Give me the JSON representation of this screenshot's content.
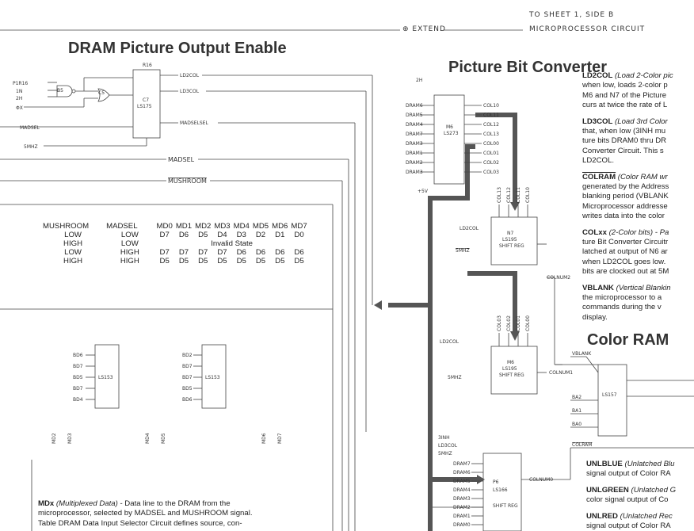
{
  "titles": {
    "dram_output": "DRAM Picture Output Enable",
    "picture_bit": "Picture Bit Converter",
    "color_ram": "Color RAM"
  },
  "offsheet": {
    "extend": "⊕ EXTEND",
    "to_sheet": "TO SHEET 1, SIDE B",
    "microprocessor": "MICROPROCESSOR CIRCUIT"
  },
  "signals": {
    "madsel": "MADSEL",
    "mushroom": "MUSHROOM",
    "ld2col": "LD2COL",
    "ld3col": "LD3COL",
    "madselsel": "MADSELSEL",
    "mhz5": "5MHZ",
    "pirig": "P1R16",
    "in1": "1N",
    "in2": "2H",
    "phix": "ΦX",
    "r16": "R16",
    "h2": "2H",
    "vblank": "VBLANK",
    "colram": "COLRAM",
    "colnum2": "COLNUM2",
    "colnum1": "COLNUM1",
    "colnum0": "COLNUM0",
    "inh3": "3INH",
    "plus5v": "+5V",
    "ba2": "BA2",
    "ba1": "BA1",
    "ba0": "BA0"
  },
  "chips": {
    "c7": {
      "ref": "C7",
      "type": "LS175"
    },
    "b5": {
      "ref": "B5"
    },
    "c5": {
      "ref": "C5"
    },
    "m6": {
      "ref": "M6",
      "type": "LS273"
    },
    "n7": {
      "ref": "N7",
      "type": "LS195",
      "func": "SHIFT REG"
    },
    "n6": {
      "ref": "M6",
      "type": "LS195",
      "func": "SHIFT REG"
    },
    "p6": {
      "ref": "P6",
      "type": "LS166",
      "func": "SHIFT REG"
    },
    "mux1": {
      "type": "LS153"
    },
    "mux2": {
      "type": "LS153"
    },
    "cram": {
      "type": "LS157"
    }
  },
  "dram_inputs": [
    "DRAM6",
    "DRAM5",
    "DRAM4",
    "DRAM7",
    "DRAM3",
    "DRAM1",
    "DRAM2",
    "DRAM3"
  ],
  "col_outputs": [
    "COL10",
    "COL11",
    "COL12",
    "COL13",
    "COL00",
    "COL01",
    "COL02",
    "COL03"
  ],
  "n7_inputs": [
    "COL13",
    "COL12",
    "COL11",
    "COL10"
  ],
  "n6_inputs": [
    "COL03",
    "COL02",
    "COL01",
    "COL00"
  ],
  "p6_inputs": [
    "DRAM7",
    "DRAM6",
    "DRAM5",
    "DRAM4",
    "DRAM3",
    "DRAM2",
    "DRAM1",
    "DRAM0"
  ],
  "mux_inputs1": [
    "BD6",
    "BD7",
    "BD5",
    "BD7",
    "BD4"
  ],
  "mux_inputs2": [
    "BD2",
    "BD7",
    "BD7",
    "BD5",
    "BD6"
  ],
  "md_labels": [
    "MD2",
    "MD3",
    "MD4",
    "MD5",
    "MD6",
    "MD7"
  ],
  "table": {
    "headers": [
      "MUSHROOM",
      "MADSEL",
      "MD0",
      "MD1",
      "MD2",
      "MD3",
      "MD4",
      "MD5",
      "MD6",
      "MD7"
    ],
    "rows": [
      [
        "LOW",
        "LOW",
        "D7",
        "D6",
        "D5",
        "D4",
        "D3",
        "D2",
        "D1",
        "D0"
      ],
      [
        "HIGH",
        "LOW",
        "Invalid State"
      ],
      [
        "LOW",
        "HIGH",
        "D7",
        "D7",
        "D7",
        "D7",
        "D6",
        "D6",
        "D6",
        "D6"
      ],
      [
        "HIGH",
        "HIGH",
        "D5",
        "D5",
        "D5",
        "D5",
        "D5",
        "D5",
        "D5",
        "D5"
      ]
    ]
  },
  "notes_right": [
    {
      "term": "LD2COL",
      "def": " (Load 2-Color pic",
      "lines": [
        "when low, loads 2-color p",
        "M6 and N7 of the Picture",
        "curs at twice the rate of L"
      ]
    },
    {
      "term": "LD3COL",
      "def": " (Load 3rd Color",
      "lines": [
        "that, when low (3INH mu",
        "ture bits DRAM0 thru DR",
        "Converter Circuit. This s",
        "LD2COL."
      ]
    },
    {
      "term": "COLRAM",
      "def": " (Color RAM wr",
      "lines": [
        "generated by the Address",
        "blanking period (VBLANK",
        "Microprocessor addresse",
        "writes data into the color"
      ]
    },
    {
      "term": "COLxx",
      "def": " (2-Color bits) - Pa",
      "lines": [
        "ture Bit Converter Circuitr",
        "latched at output of N6 ar",
        "when LD2COL goes low.",
        "bits are clocked out at 5M"
      ]
    },
    {
      "term": "VBLANK",
      "def": " (Vertical Blankin",
      "lines": [
        "the microprocessor to a",
        "commands during the v",
        "display."
      ]
    }
  ],
  "notes_bottom_right": [
    {
      "term": "UNLBLUE",
      "def": " (Unlatched Blu",
      "lines": [
        "signal output of Color RA"
      ]
    },
    {
      "term": "UNLGREEN",
      "def": " (Unlatched G",
      "lines": [
        "color signal output of Co"
      ]
    },
    {
      "term": "UNLRED",
      "def": " (Unlatched Rec",
      "lines": [
        "signal output of Color RA"
      ]
    }
  ],
  "note_mdx": {
    "term": "MDx",
    "def": " (Multiplexed Data)",
    "lines": [
      " - Data line to the DRAM from the",
      "microprocessor, selected by MADSEL and MUSHROOM signal.",
      "Table DRAM Data Input Selector Circuit defines source, con-"
    ]
  }
}
